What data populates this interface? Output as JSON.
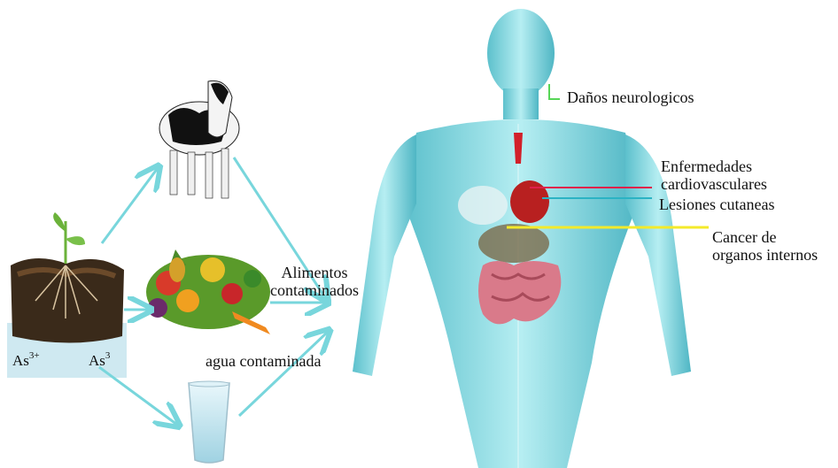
{
  "sources": {
    "soil": {
      "as_label_1": "As",
      "as_sup_1": "3+",
      "as_label_2": "As",
      "as_sup_2": "3"
    }
  },
  "labels": {
    "food": "Alimentos\ncontaminados",
    "food_line1": "Alimentos",
    "food_line2": "contaminados",
    "water": "agua contaminada"
  },
  "effects": [
    {
      "id": "neuro",
      "text": "Daños neurologicos",
      "color": "#57d657"
    },
    {
      "id": "cardio",
      "line1": "Enfermedades",
      "line2": "cardiovasculares",
      "color": "#e0204a"
    },
    {
      "id": "skin",
      "text": "Lesiones cutaneas",
      "color": "#2bb3c4"
    },
    {
      "id": "cancer",
      "line1": "Cancer de",
      "line2": "organos internos",
      "color": "#f4ea2a"
    }
  ],
  "colors": {
    "arrow": "#78d6dc",
    "body": "#7fd2dc",
    "body_dark": "#3aa9b8",
    "intestine": "#d97a8a"
  }
}
